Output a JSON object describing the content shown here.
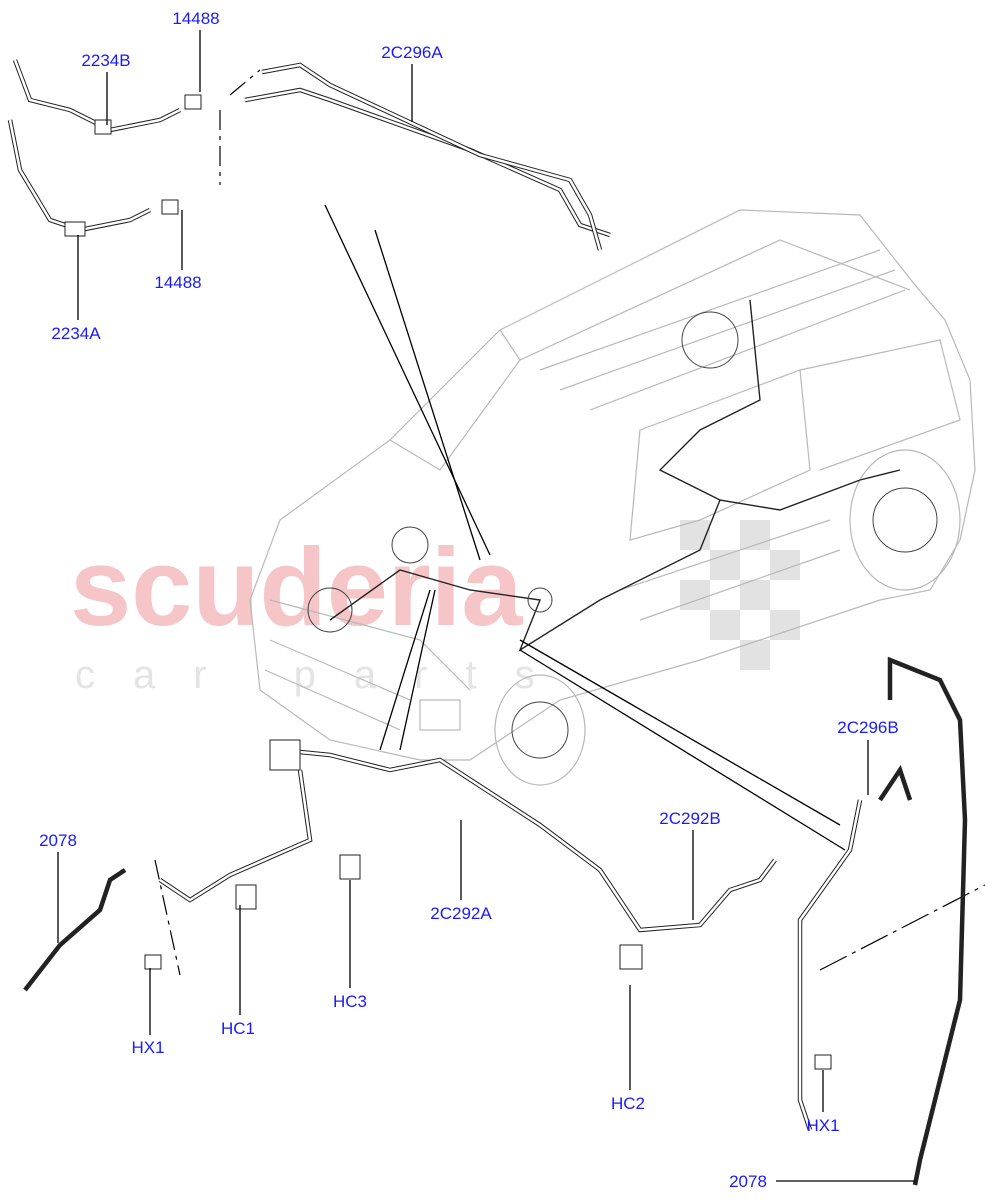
{
  "watermark": {
    "main": "scuderia",
    "sub": "car parts",
    "color": "#f6c5c8"
  },
  "label_color": "#1a1aff",
  "callouts": [
    {
      "id": "14488"
    },
    {
      "id": "2234B"
    },
    {
      "id": "2C296A"
    },
    {
      "id": "14488"
    },
    {
      "id": "2234A"
    },
    {
      "id": "2C296B"
    },
    {
      "id": "2078"
    },
    {
      "id": "2C292B"
    },
    {
      "id": "2C292A"
    },
    {
      "id": "HX1"
    },
    {
      "id": "HC1"
    },
    {
      "id": "HC3"
    },
    {
      "id": "HC2"
    },
    {
      "id": "HX1"
    },
    {
      "id": "2078"
    }
  ]
}
